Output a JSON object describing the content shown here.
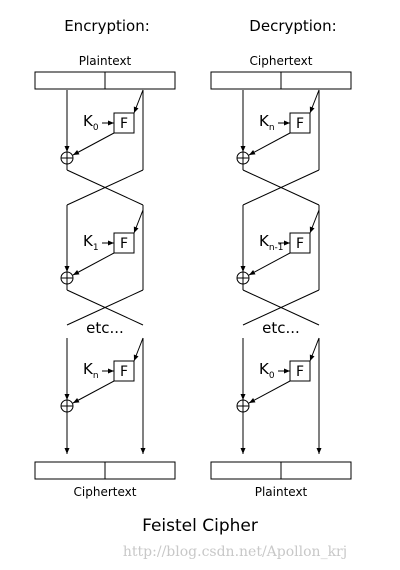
{
  "headers": {
    "encryption": "Encryption:",
    "decryption": "Decryption:"
  },
  "encryption": {
    "top_label": "Plaintext",
    "bottom_label": "Ciphertext",
    "rounds": [
      {
        "key_base": "K",
        "key_sub": "0",
        "function": "F"
      },
      {
        "key_base": "K",
        "key_sub": "1",
        "function": "F"
      },
      {
        "key_base": "K",
        "key_sub": "n",
        "function": "F"
      }
    ]
  },
  "decryption": {
    "top_label": "Ciphertext",
    "bottom_label": "Plaintext",
    "rounds": [
      {
        "key_base": "K",
        "key_sub": "n",
        "function": "F"
      },
      {
        "key_base": "K",
        "key_sub": "n-1",
        "function": "F"
      },
      {
        "key_base": "K",
        "key_sub": "0",
        "function": "F"
      }
    ]
  },
  "etc_label": "etc...",
  "title": "Feistel Cipher",
  "watermark": "http://blog.csdn.net/Apollon_krj"
}
